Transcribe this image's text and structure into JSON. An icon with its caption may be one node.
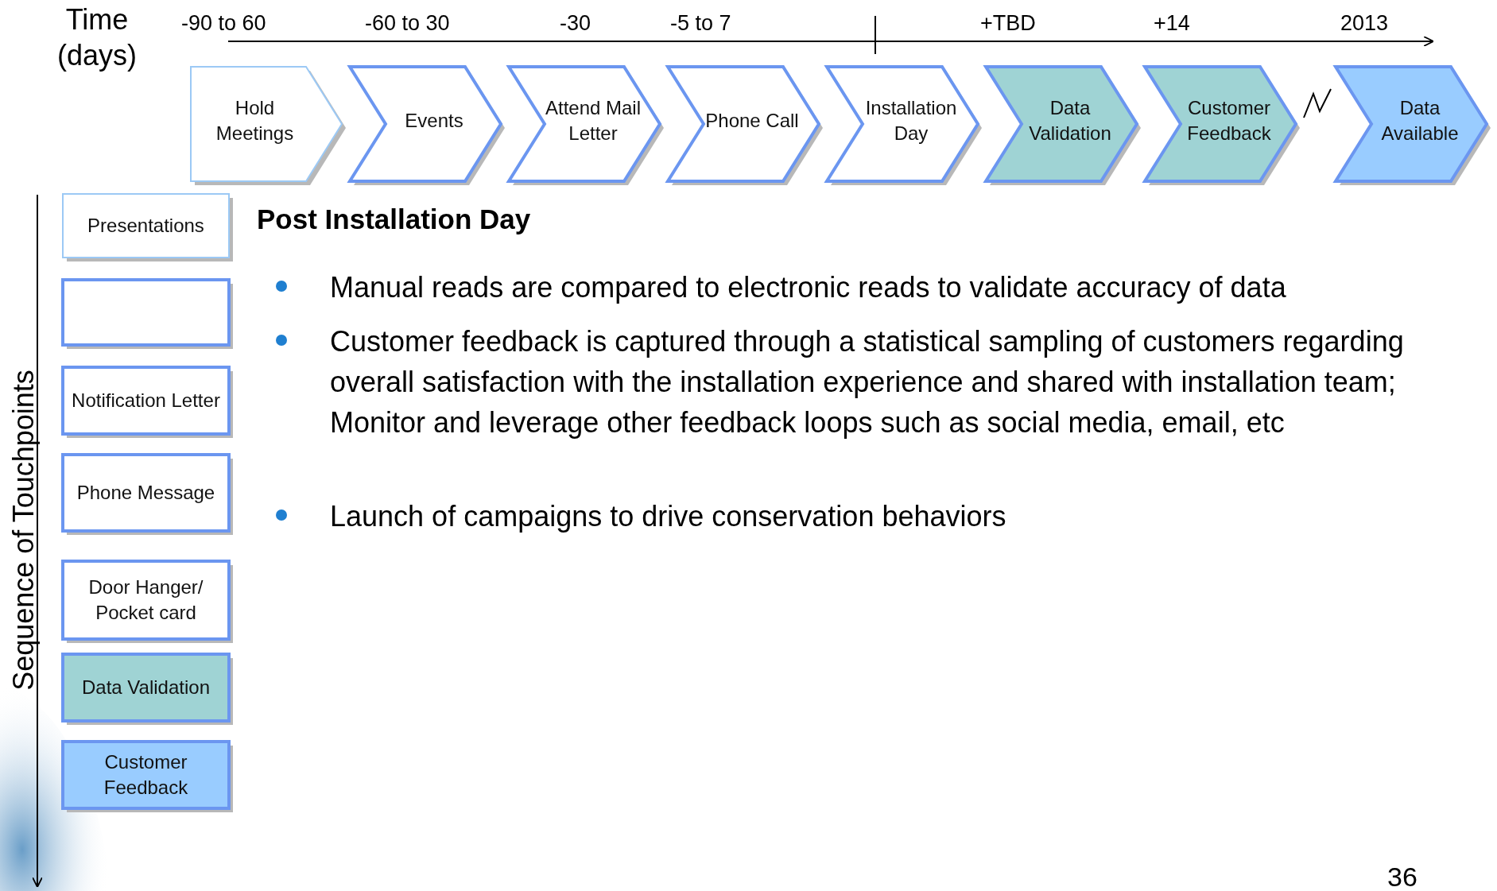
{
  "diagram": {
    "nodes": [
      {
        "text": [
          "Hold Meetings"
        ]
      },
      {
        "text": [
          "Events"
        ]
      },
      {
        "text": [
          "Attend Mail Letter"
        ]
      },
      {
        "text": [
          "Phone Call"
        ]
      },
      {
        "text": [
          "Installation Day"
        ]
      },
      {
        "text": [
          "Data Validation"
        ]
      },
      {
        "text": [
          "Customer Feedback"
        ]
      },
      {
        "text": [
          "Data Available"
        ]
      },
      {
        "text": [
          "Presentations"
        ]
      },
      {
        "text": [],
        "shape": "box"
      },
      {
        "text": [
          "Notification Letter"
        ]
      },
      {
        "text": [
          "Phone Message"
        ]
      },
      {
        "text": [
          "Door Hanger/ Pocket card"
        ]
      },
      {
        "text": [
          "Data Validation"
        ]
      },
      {
        "text": [
          "Customer Feedback"
        ]
      }
    ],
    "edges": [],
    "labels": [
      "Time (days)",
      "-90 to 60",
      "-60 to 30",
      "-30",
      "-5 to 7",
      "+TBD",
      "+14",
      "2013",
      "Sequence of Touchpoints",
      "Post Installation Day",
      "Manual reads are compared to electronic reads to validate accuracy of data",
      "Customer feedback is captured through a statistical sampling of customers regarding overall satisfaction with the installation experience and shared with installation team; Monitor and leverage other feedback loops such as social media, email, etc",
      "Launch of campaigns to drive conservation behaviors",
      "36"
    ]
  }
}
